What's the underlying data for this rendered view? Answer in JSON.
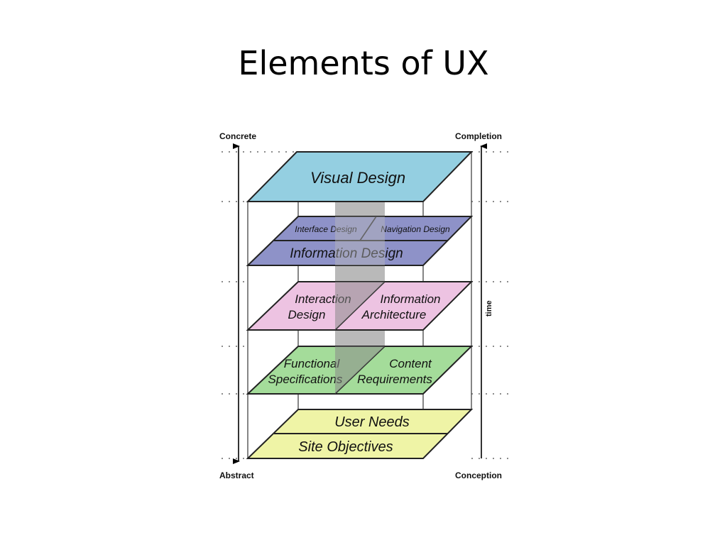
{
  "title": "Elements of UX",
  "axis": {
    "left_top": "Concrete",
    "left_bottom": "Abstract",
    "right_top": "Completion",
    "right_bottom": "Conception",
    "right_middle": "time"
  },
  "planes": {
    "visual": "Visual Design",
    "interface": "Interface Design",
    "navigation": "Navigation Design",
    "information_design": "Information Design",
    "interaction_line1": "Interaction",
    "interaction_line2": "Design",
    "info_arch_line1": "Information",
    "info_arch_line2": "Architecture",
    "functional_line1": "Functional",
    "functional_line2": "Specifications",
    "content_line1": "Content",
    "content_line2": "Requirements",
    "user_needs": "User Needs",
    "site_objectives": "Site Objectives"
  },
  "colors": {
    "visual": "#94cfe1",
    "info_design": "#8e92c8",
    "interaction": "#edc3e2",
    "functional": "#a4dc9a",
    "base": "#eff4a6",
    "band": "#b9b9b9"
  }
}
